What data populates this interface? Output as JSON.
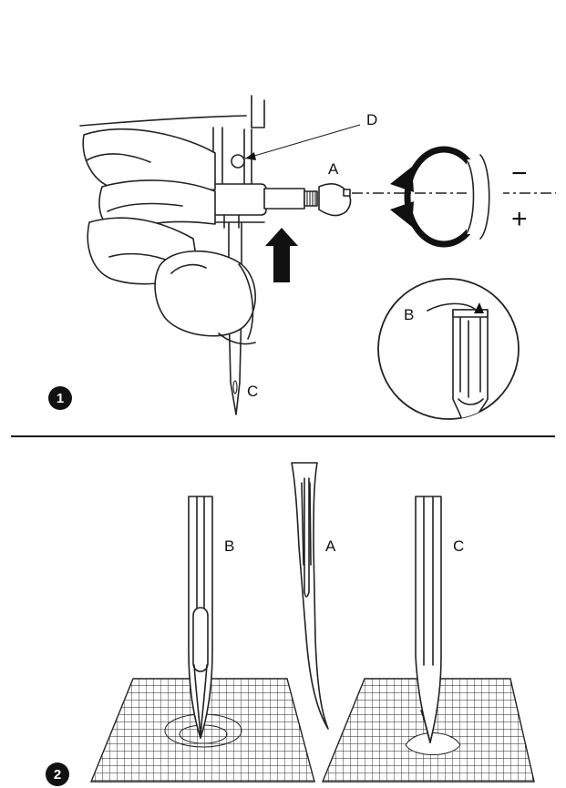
{
  "step_one": {
    "number": "1",
    "labels": {
      "a": "A",
      "b": "B",
      "c": "C",
      "d": "D"
    },
    "symbols": {
      "minus": "−",
      "plus": "+"
    }
  },
  "step_two": {
    "number": "2",
    "labels": {
      "b": "B",
      "a": "A",
      "c": "C"
    }
  },
  "colors": {
    "ink": "#111111",
    "background": "#ffffff"
  }
}
